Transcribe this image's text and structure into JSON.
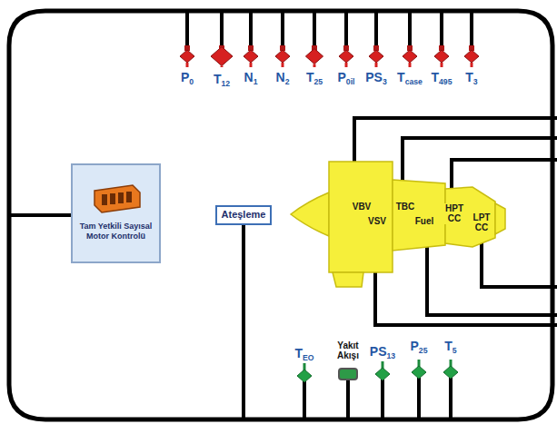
{
  "diagram": {
    "nodes": [
      {
        "text": [
          "Tam Yetkili Sayısal Motor Kontrolü"
        ]
      },
      {
        "text": [
          "Ateşleme"
        ]
      }
    ],
    "labels": [
      "P0",
      "T12",
      "N1",
      "N2",
      "T25",
      "P0il",
      "PS3",
      "Tcase",
      "T495",
      "T3",
      "VBV",
      "VSV",
      "TBC",
      "Fuel",
      "HPT CC",
      "LPT CC",
      "TEO",
      "Yakıt Akışı",
      "PS13",
      "P25",
      "T5"
    ]
  }
}
